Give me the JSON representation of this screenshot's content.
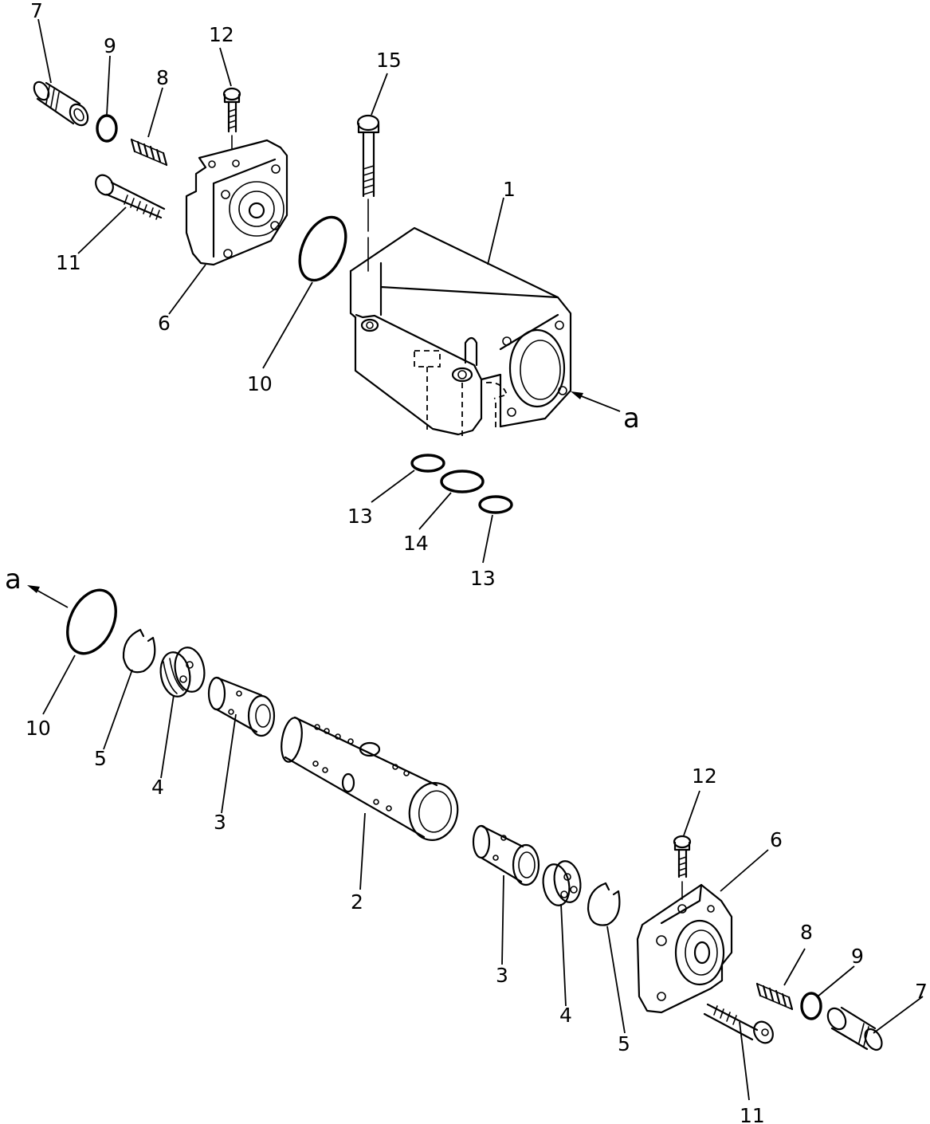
{
  "diagram": {
    "view_letter": "a",
    "callouts": {
      "c1": "1",
      "c2": "2",
      "c3a": "3",
      "c3b": "3",
      "c4a": "4",
      "c4b": "4",
      "c5a": "5",
      "c5b": "5",
      "c6a": "6",
      "c6b": "6",
      "c7a": "7",
      "c7b": "7",
      "c8a": "8",
      "c8b": "8",
      "c9a": "9",
      "c9b": "9",
      "c10a": "10",
      "c10b": "10",
      "c11a": "11",
      "c11b": "11",
      "c12a": "12",
      "c12b": "12",
      "c13a": "13",
      "c13b": "13",
      "c14": "14",
      "c15": "15"
    }
  }
}
